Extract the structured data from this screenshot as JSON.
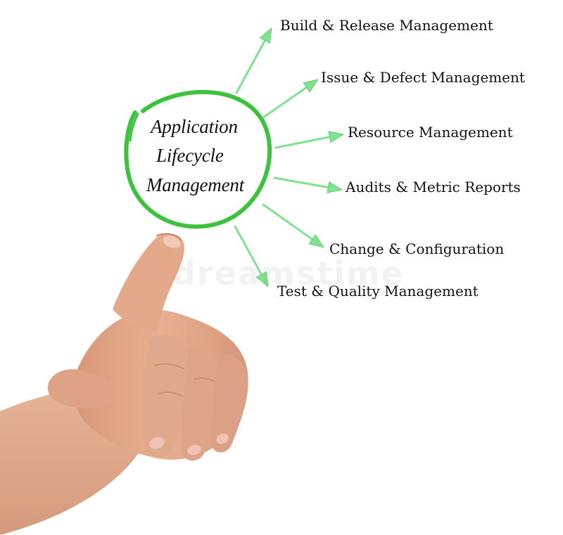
{
  "center": {
    "lines": [
      "Application",
      "Lifecycle",
      "Management"
    ]
  },
  "branches": [
    {
      "label": "Build & Release Management"
    },
    {
      "label": "Issue & Defect Management"
    },
    {
      "label": "Resource Management"
    },
    {
      "label": "Audits & Metric Reports"
    },
    {
      "label": "Change & Configuration"
    },
    {
      "label": "Test & Quality Management"
    }
  ],
  "colors": {
    "circle": "#3cc23c",
    "arrow": "#7fe28f",
    "text": "#111111",
    "background": "#ffffff"
  },
  "decorations": {
    "hand": "hand-pointing-up",
    "watermark": "dreamstime"
  }
}
